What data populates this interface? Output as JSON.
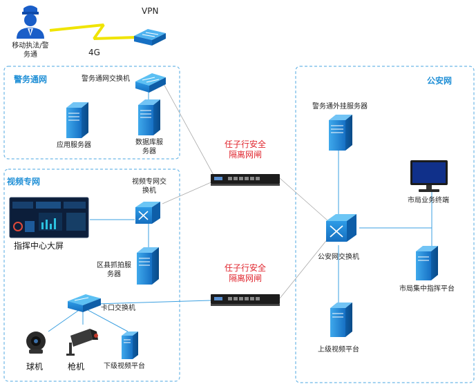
{
  "colors": {
    "accent": "#1f8fd6",
    "gateway_text": "#e0262e",
    "link": "#3a9fe0",
    "wireless": "#f0e400"
  },
  "top": {
    "vpn": "VPN",
    "cellular": "4G",
    "mobile_terminal": [
      "移动执法/警",
      "务通"
    ]
  },
  "zones": {
    "police": {
      "title": "警务通网",
      "switch": "警务通网交换机",
      "app_server": "应用服务器",
      "db_server": [
        "数据库服",
        "务器"
      ]
    },
    "video": {
      "title": "视频专网",
      "switch": [
        "视频专网交",
        "换机"
      ],
      "command_screen": "指挥中心大屏",
      "capture_server": [
        "区县抓拍服",
        "务器"
      ],
      "checkpoint_switch": "卡口交换机",
      "dome_camera": "球机",
      "bullet_camera": "枪机",
      "lower_platform": "下级视频平台"
    },
    "public": {
      "title": "公安网",
      "external_server": "警务通外挂服务器",
      "terminal": "市局业务终端",
      "switch": "公安网交换机",
      "command_platform": "市局集中指挥平台",
      "upper_platform": "上级视频平台"
    }
  },
  "gateways": [
    {
      "label": [
        "任子行安全",
        "隔离网闸"
      ]
    },
    {
      "label": [
        "任子行安全",
        "隔离网闸"
      ]
    }
  ]
}
